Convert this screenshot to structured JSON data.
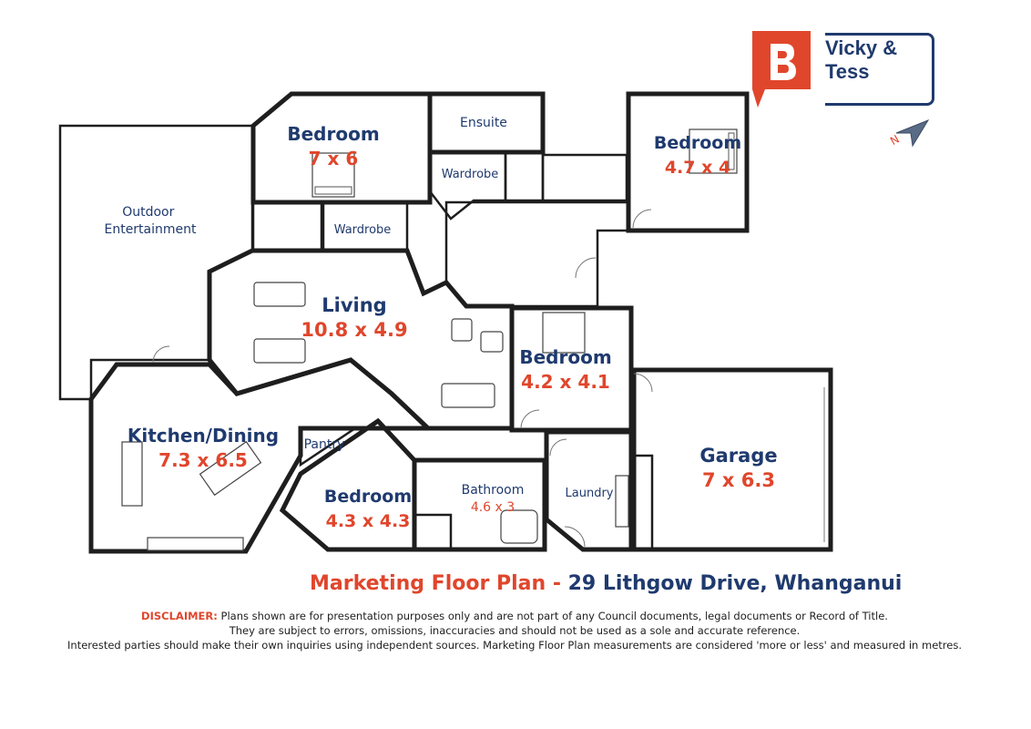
{
  "brand": {
    "name_line1": "Vicky &",
    "name_line2": "Tess",
    "accent_color": "#e0462c",
    "navy_color": "#1f3a6e",
    "mark_icon": "speech-bubble-b-logo"
  },
  "compass": {
    "label": "N",
    "icon": "north-arrow-icon"
  },
  "rooms": {
    "bedroom_master": {
      "name": "Bedroom",
      "dims": "7 x 6"
    },
    "ensuite": {
      "name": "Ensuite"
    },
    "wardrobe_ensuite": {
      "name": "Wardrobe"
    },
    "wardrobe_master": {
      "name": "Wardrobe"
    },
    "bedroom_ne": {
      "name": "Bedroom",
      "dims": "4.7 x 4"
    },
    "outdoor": {
      "name": "Outdoor Entertainment"
    },
    "living": {
      "name": "Living",
      "dims": "10.8 x 4.9"
    },
    "bedroom_mid": {
      "name": "Bedroom",
      "dims": "4.2 x 4.1"
    },
    "kitchen": {
      "name": "Kitchen/Dining",
      "dims": "7.3 x 6.5"
    },
    "pantry": {
      "name": "Pantry"
    },
    "bedroom_sw": {
      "name": "Bedroom",
      "dims": "4.3 x 4.3"
    },
    "bathroom": {
      "name": "Bathroom",
      "dims": "4.6 x 3"
    },
    "laundry": {
      "name": "Laundry"
    },
    "garage": {
      "name": "Garage",
      "dims": "7 x 6.3"
    }
  },
  "title": {
    "main": "Marketing Floor Plan -",
    "address": "29 Lithgow Drive, Whanganui"
  },
  "disclaimer": {
    "label": "DISCLAIMER:",
    "line1": "Plans shown are for presentation purposes only and are not part of any Council documents, legal documents or Record of Title.",
    "line2": "They are subject to errors, omissions, inaccuracies and should not be used as a sole and accurate reference.",
    "line3": "Interested parties should make their own inquiries using independent sources. Marketing Floor Plan measurements are considered 'more or less' and measured in metres."
  }
}
